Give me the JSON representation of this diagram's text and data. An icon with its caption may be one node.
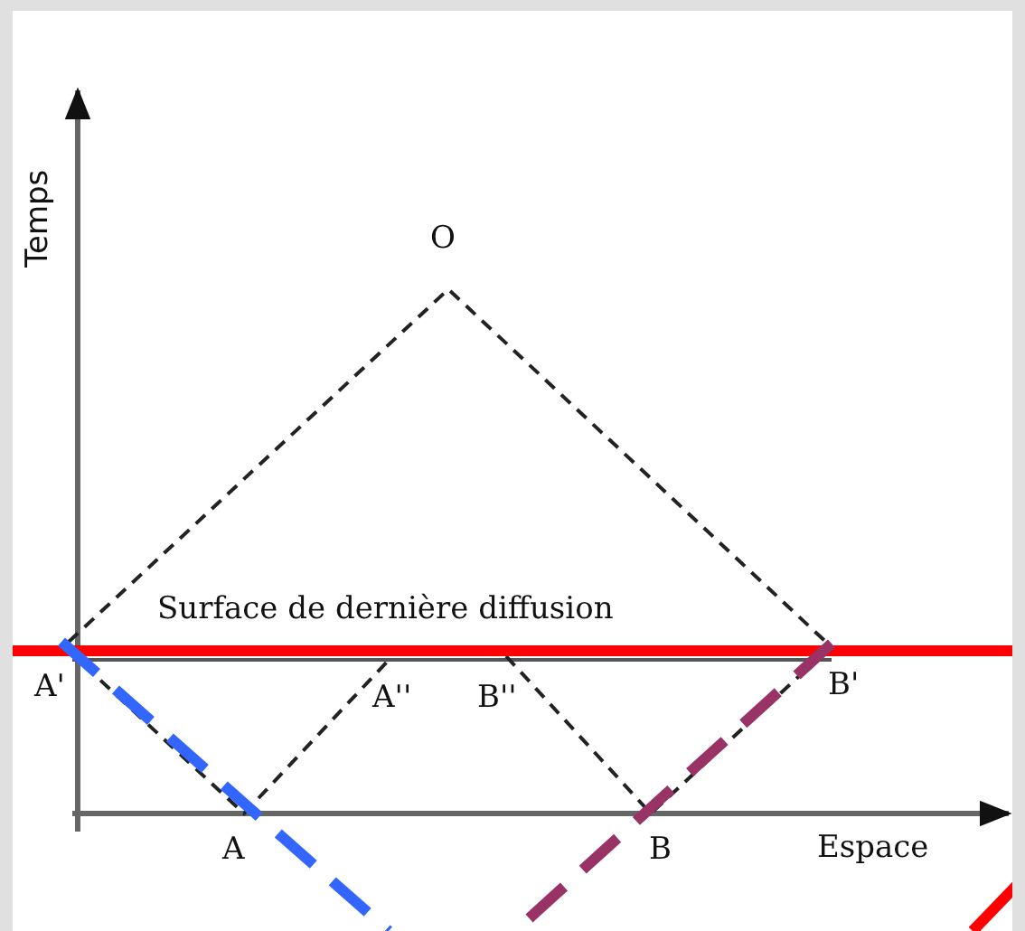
{
  "diagram": {
    "labels": [
      "Temps",
      "O",
      "Surface de dernière diffusion",
      "A'",
      "A''",
      "B''",
      "B'",
      "A",
      "B",
      "Espace"
    ]
  }
}
